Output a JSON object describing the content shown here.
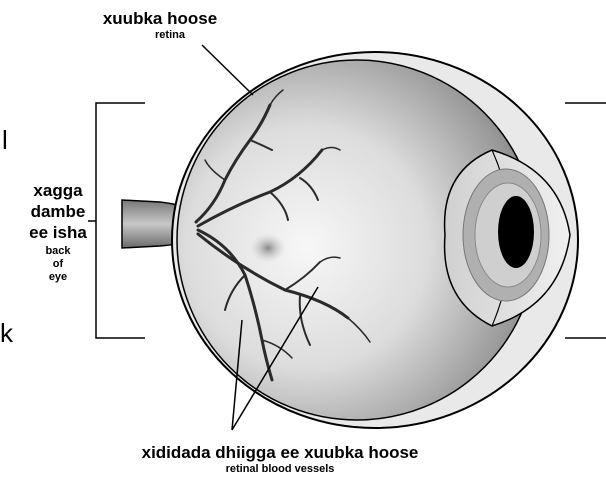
{
  "labels": {
    "retina_main": "xuubka hoose",
    "retina_sub": "retina",
    "back_line1": "xagga",
    "back_line2": "dambe",
    "back_line3": "ee isha",
    "back_sub1": "back",
    "back_sub2": "of",
    "back_sub3": "eye",
    "vessels_main": "xididada dhiigga ee xuubka hoose",
    "vessels_sub": "retinal blood vessels"
  },
  "edge_fragments": {
    "top_left": "l",
    "bottom_left": "k"
  },
  "colors": {
    "outline": "#000000",
    "eyeball_light": "#f2f2f2",
    "eyeball_dark": "#6e6e6e",
    "iris": "#a8a8a8",
    "pupil": "#000000",
    "vessels": "#2a2a2a"
  }
}
